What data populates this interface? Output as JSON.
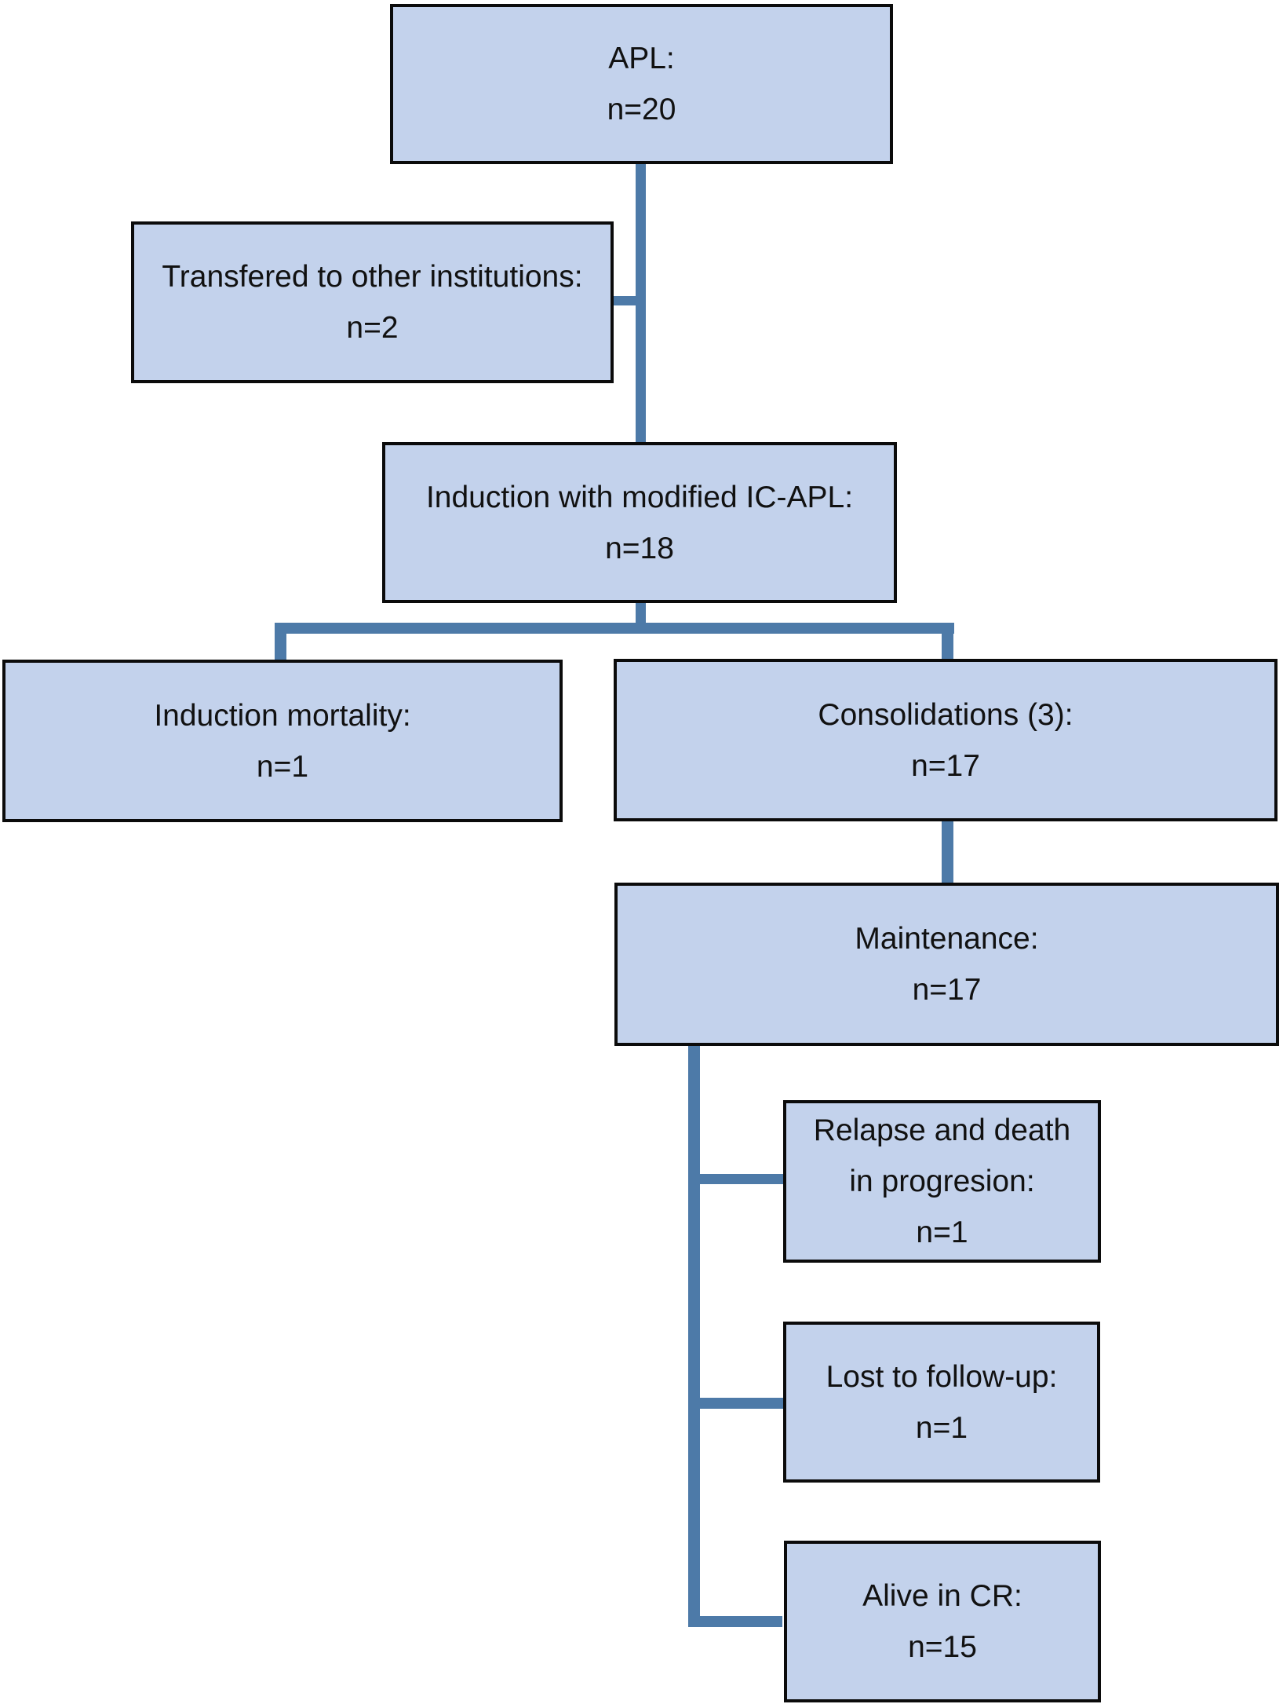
{
  "diagram": {
    "type": "flowchart",
    "background": "#ffffff",
    "colors": {
      "box_fill": "#c3d2ec",
      "box_border": "#0b0b0b",
      "connector": "#4d7aa8",
      "text": "#111111",
      "background": "#ffffff"
    },
    "boxes": {
      "apl": {
        "lines": [
          "APL:",
          "n=20"
        ],
        "n": 20
      },
      "transferred": {
        "lines": [
          "Transfered to other institutions:",
          "n=2"
        ],
        "n": 2
      },
      "induction": {
        "lines": [
          "Induction with modified IC-APL:",
          "n=18"
        ],
        "n": 18
      },
      "induction_mortality": {
        "lines": [
          "Induction mortality:",
          "n=1"
        ],
        "n": 1
      },
      "consolidations": {
        "lines": [
          "Consolidations (3):",
          "n=17"
        ],
        "n": 17
      },
      "maintenance": {
        "lines": [
          "Maintenance:",
          "n=17"
        ],
        "n": 17
      },
      "relapse_death": {
        "lines": [
          "Relapse and death",
          "in progresion:",
          "n=1"
        ],
        "n": 1
      },
      "lost_followup": {
        "lines": [
          "Lost to follow-up:",
          "n=1"
        ],
        "n": 1
      },
      "alive_cr": {
        "lines": [
          "Alive in CR:",
          "n=15"
        ],
        "n": 15
      }
    },
    "edges": [
      {
        "from": "apl",
        "to": "transferred"
      },
      {
        "from": "apl",
        "to": "induction"
      },
      {
        "from": "induction",
        "to": "induction_mortality"
      },
      {
        "from": "induction",
        "to": "consolidations"
      },
      {
        "from": "consolidations",
        "to": "maintenance"
      },
      {
        "from": "maintenance",
        "to": "relapse_death"
      },
      {
        "from": "maintenance",
        "to": "lost_followup"
      },
      {
        "from": "maintenance",
        "to": "alive_cr"
      }
    ]
  }
}
